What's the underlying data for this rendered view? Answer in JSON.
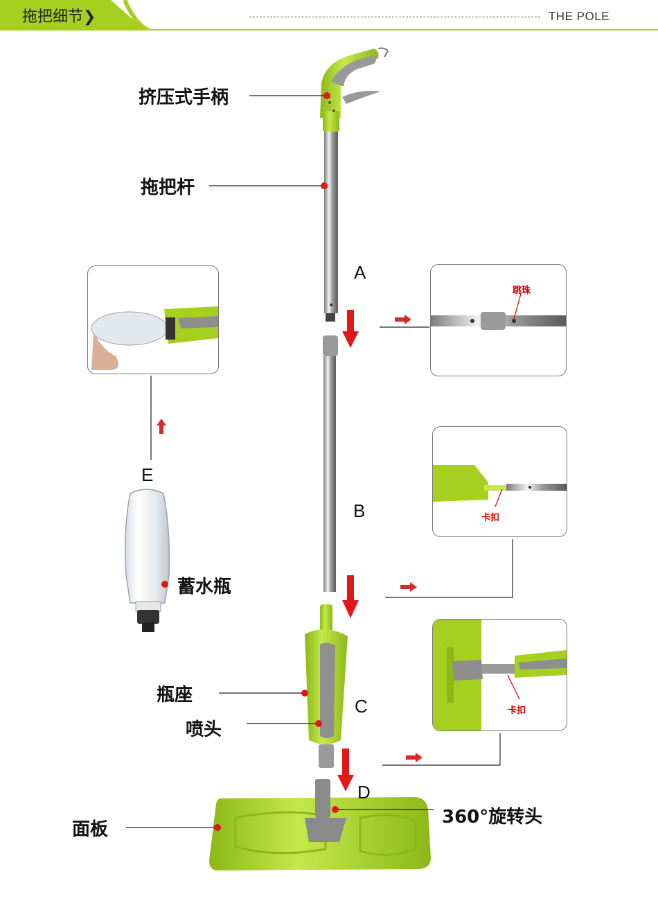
{
  "header": {
    "title": "拖把细节",
    "subtitle": "THE POLE"
  },
  "labels": {
    "handle": "挤压式手柄",
    "pole": "拖把杆",
    "bottle": "蓄水瓶",
    "bottle_seat": "瓶座",
    "nozzle": "喷头",
    "swivel": "360°旋转头",
    "panel": "面板"
  },
  "markers": [
    "A",
    "B",
    "C",
    "D",
    "E"
  ],
  "insets": {
    "bead": "跳珠",
    "clip_1": "卡扣",
    "clip_2": "卡扣"
  },
  "colors": {
    "lime": "#a6d020",
    "grey": "#8e8e8e",
    "red": "#e01818",
    "steel": "#b8b8b8"
  }
}
